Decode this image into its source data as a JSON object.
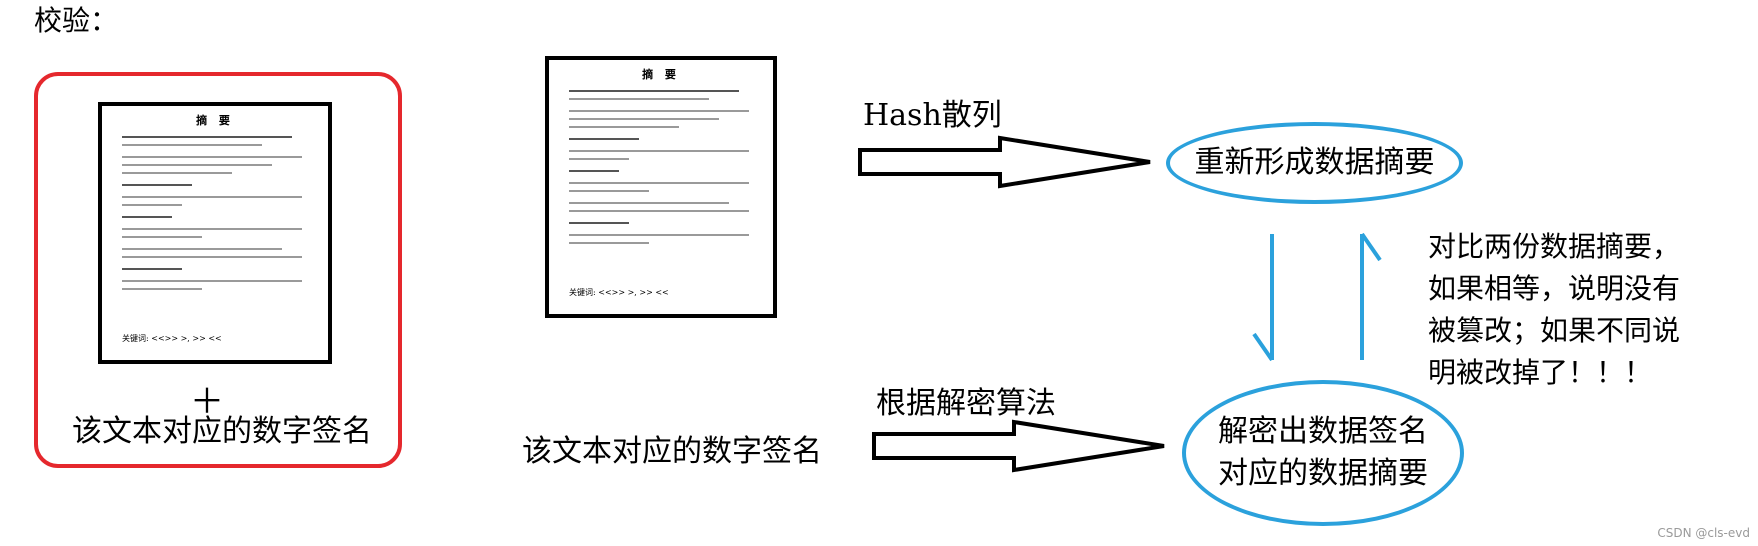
{
  "heading": "校验：",
  "left_panel": {
    "plus": "＋",
    "signature_label": "该文本对应的数字签名"
  },
  "document_icon": {
    "title": "摘 要",
    "footer": "关键词: <<>> >, >> <<"
  },
  "middle_signature_label": "该文本对应的数字签名",
  "hash_label": "Hash散列",
  "decrypt_label": "根据解密算法",
  "ellipse_regen": "重新形成数据摘要",
  "ellipse_decrypt": {
    "line1": "解密出数据签名",
    "line2": "对应的数据摘要"
  },
  "comparison": {
    "line1": "对比两份数据摘要，",
    "line2": "如果相等，说明没有",
    "line3": "被篡改；如果不同说",
    "line4": "明被改掉了！！！"
  },
  "watermark": "CSDN @cls-evd",
  "colors": {
    "highlight_box": "#e5282d",
    "ellipse_stroke": "#2ba1dc",
    "arrow_stroke": "#000000"
  }
}
